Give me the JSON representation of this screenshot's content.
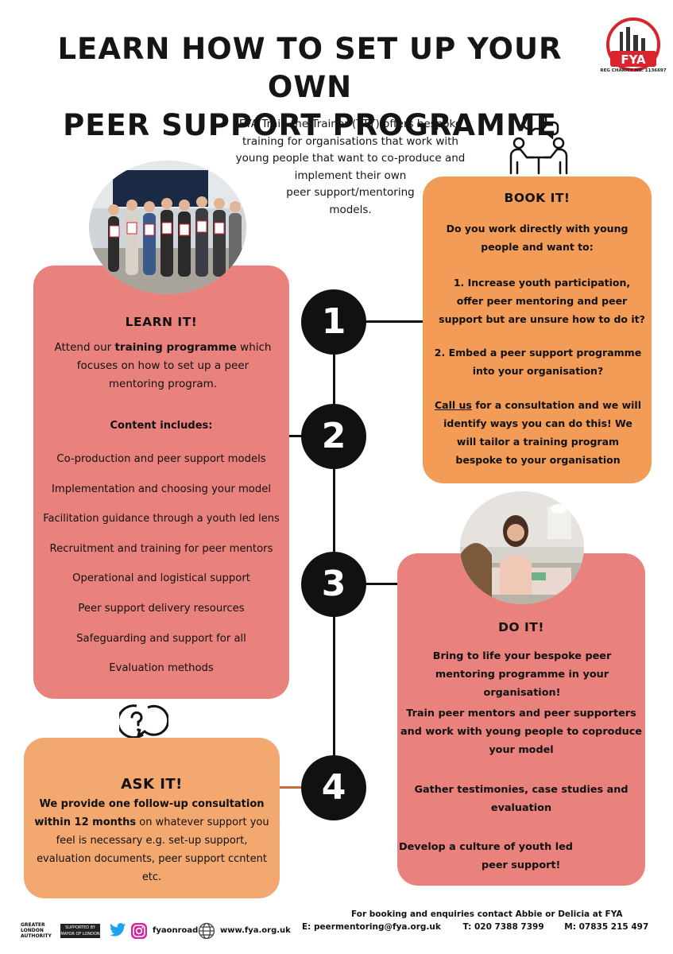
{
  "title": {
    "line1": "LEARN HOW TO SET UP YOUR OWN",
    "line2": "PEER SUPPORT PROGRAMME"
  },
  "logo": {
    "name": "FYA",
    "charity": "REG CHARITY NO. 1136697"
  },
  "intro": {
    "lines": [
      "FYA Train the Trainer (TTT) offers bespoke",
      "training for organisations that work with",
      "young people that want to co-produce and",
      "implement their own",
      "peer support/mentoring",
      "models."
    ]
  },
  "learn": {
    "title": "LEARN IT!",
    "intro_pre": "Attend our ",
    "intro_bold": "training programme",
    "intro_post": " which focuses on how to set up a peer mentoring program.",
    "content_heading": "Content includes:",
    "items": [
      "Co-production and peer support models",
      "Implementation and choosing your model",
      "Facilitation guidance through a youth led lens",
      "Recruitment and training for peer mentors",
      "Operational and logistical support",
      "Peer support delivery resources",
      "Safeguarding and support for all",
      "Evaluation methods"
    ]
  },
  "book": {
    "title": "BOOK IT!",
    "question": "Do you work directly with young people and want to:",
    "point1": "1.   Increase youth participation,  offer peer mentoring and peer support but are unsure how to do it?",
    "point2": "2. Embed a peer support programme into your organisation?",
    "cta_link": "Call us",
    "cta_text": " for a consultation and we will identify ways you can do this! We will tailor a training program bespoke to your organisation"
  },
  "do": {
    "title": "DO IT!",
    "p1": "Bring to life your bespoke peer mentoring programme in your organisation!",
    "p2": "Train peer mentors and peer supporters and work with young people to coproduce your model",
    "p3": "Gather testimonies, case studies and evaluation",
    "p4_line1": "Develop a culture of youth led",
    "p4_line2": "peer support!"
  },
  "ask": {
    "title": "ASK IT!",
    "bold": "We provide one follow-up consultation within 12 months",
    "text": " on whatever support you feel is necessary e.g. set-up support, evaluation documents, peer support ccntent etc."
  },
  "steps": [
    "1",
    "2",
    "3",
    "4"
  ],
  "footer": {
    "contact_line": "For booking and enquiries contact Abbie or Delicia  at  FYA",
    "email": "E: peermentoring@fya.org.uk",
    "phone": "T: 020 7388 7399",
    "mobile": "M: 07835 215 497",
    "gla": "GREATER LONDON AUTHORITY",
    "mayor": "SUPPORTED BY MAYOR OF LONDON",
    "instagram": "fyaonroad",
    "website": "www.fya.org.uk"
  },
  "colors": {
    "coral": "#e9817c",
    "orange": "#f39c58",
    "peach": "#f3a870",
    "dark": "#111111",
    "brand_red": "#d9232d"
  }
}
